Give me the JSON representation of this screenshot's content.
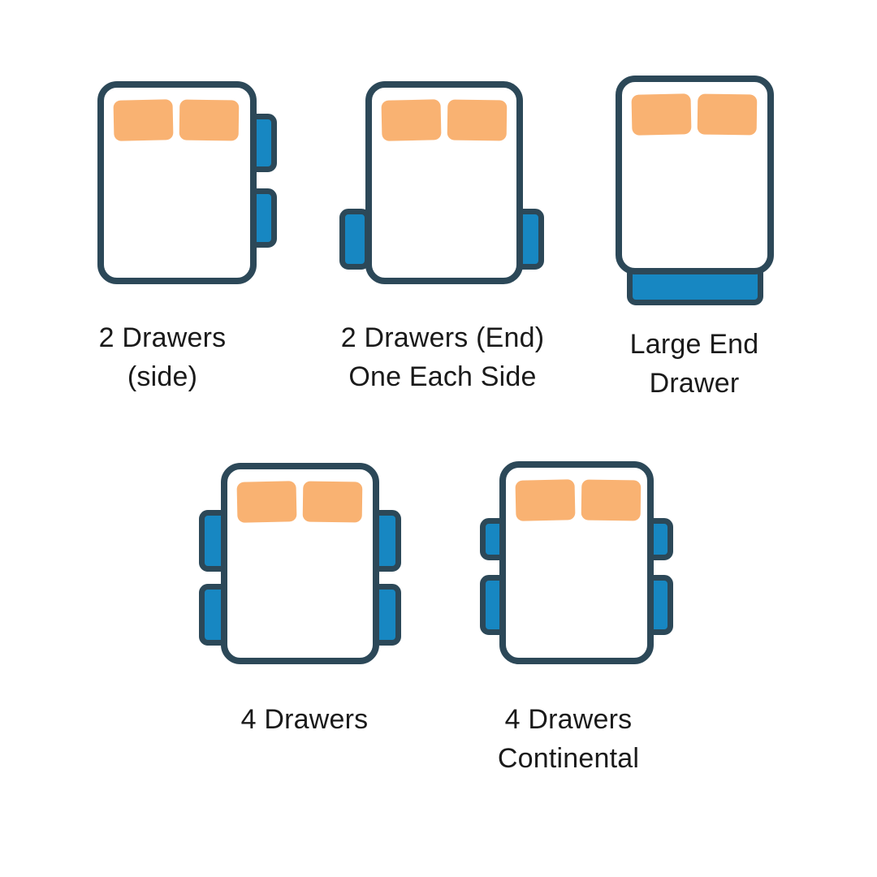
{
  "colors": {
    "background": "#ffffff",
    "bed_outline": "#2C4858",
    "drawer_fill": "#1787C2",
    "pillow_fill": "#F9B272",
    "label_text": "#1a1a1a"
  },
  "figures": [
    {
      "name": "2-drawers-side",
      "label": "2 Drawers\n(side)",
      "drawer_layout": "two drawers on right side, upper half"
    },
    {
      "name": "2-drawers-end-one-each-side",
      "label": "2 Drawers (End)\nOne Each Side",
      "drawer_layout": "one drawer near foot end on each side"
    },
    {
      "name": "large-end-drawer",
      "label": "Large End\nDrawer",
      "drawer_layout": "single wide drawer across foot end"
    },
    {
      "name": "4-drawers",
      "label": "4 Drawers",
      "drawer_layout": "two equal drawers on each side"
    },
    {
      "name": "4-drawers-continental",
      "label": "4 Drawers\nContinental",
      "drawer_layout": "two drawers each side, smaller upper drawers"
    }
  ]
}
